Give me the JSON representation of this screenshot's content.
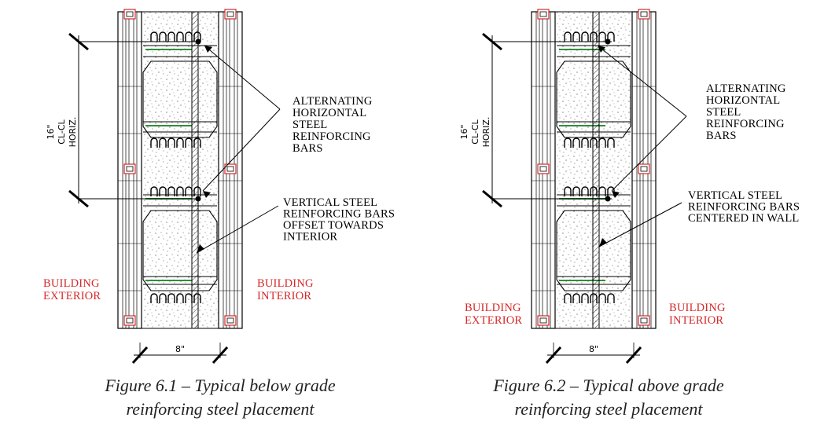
{
  "colors": {
    "accent_red": "#d42a2a",
    "rebar_green": "#2f8f3a",
    "line": "#000000"
  },
  "figures": [
    {
      "caption_line1": "Figure 6.1 – Typical below grade",
      "caption_line2": "reinforcing steel placement",
      "horizontal_label": [
        "ALTERNATING",
        "HORIZONTAL",
        "STEEL",
        "REINFORCING",
        "BARS"
      ],
      "vertical_label": [
        "VERTICAL STEEL",
        "REINFORCING BARS",
        "OFFSET TOWARDS",
        "INTERIOR"
      ],
      "exterior_label": [
        "BUILDING",
        "EXTERIOR"
      ],
      "interior_label": [
        "BUILDING",
        "INTERIOR"
      ],
      "spacing_label": [
        "16\"",
        "CL-CL",
        "HORIZ."
      ],
      "width_label": "8\""
    },
    {
      "caption_line1": "Figure 6.2 – Typical above grade",
      "caption_line2": "reinforcing steel placement",
      "horizontal_label": [
        "ALTERNATING",
        "HORIZONTAL",
        "STEEL",
        "REINFORCING",
        "BARS"
      ],
      "vertical_label": [
        "VERTICAL STEEL",
        "REINFORCING BARS",
        "CENTERED IN WALL"
      ],
      "exterior_label": [
        "BUILDING",
        "EXTERIOR"
      ],
      "interior_label": [
        "BUILDING",
        "INTERIOR"
      ],
      "spacing_label": [
        "16\"",
        "CL-CL",
        "HORIZ."
      ],
      "width_label": "8\""
    }
  ]
}
